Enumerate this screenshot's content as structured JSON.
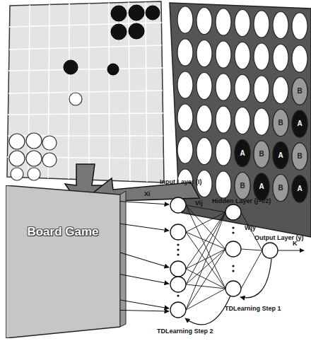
{
  "diagram": {
    "nodes": [
      {
        "text": [
          "Board Game"
        ]
      }
    ],
    "labels": [
      "Input Layer (I)",
      "Xi",
      "Vij",
      "Hidden Layer (j=i/2)",
      "Wjy",
      "Output Layer (y)",
      "K",
      "TDLearning Step 1",
      "TDLearning Step 2",
      "B",
      "B",
      "A",
      "A",
      "B",
      "A",
      "B",
      "B",
      "A",
      "B",
      "A"
    ]
  }
}
